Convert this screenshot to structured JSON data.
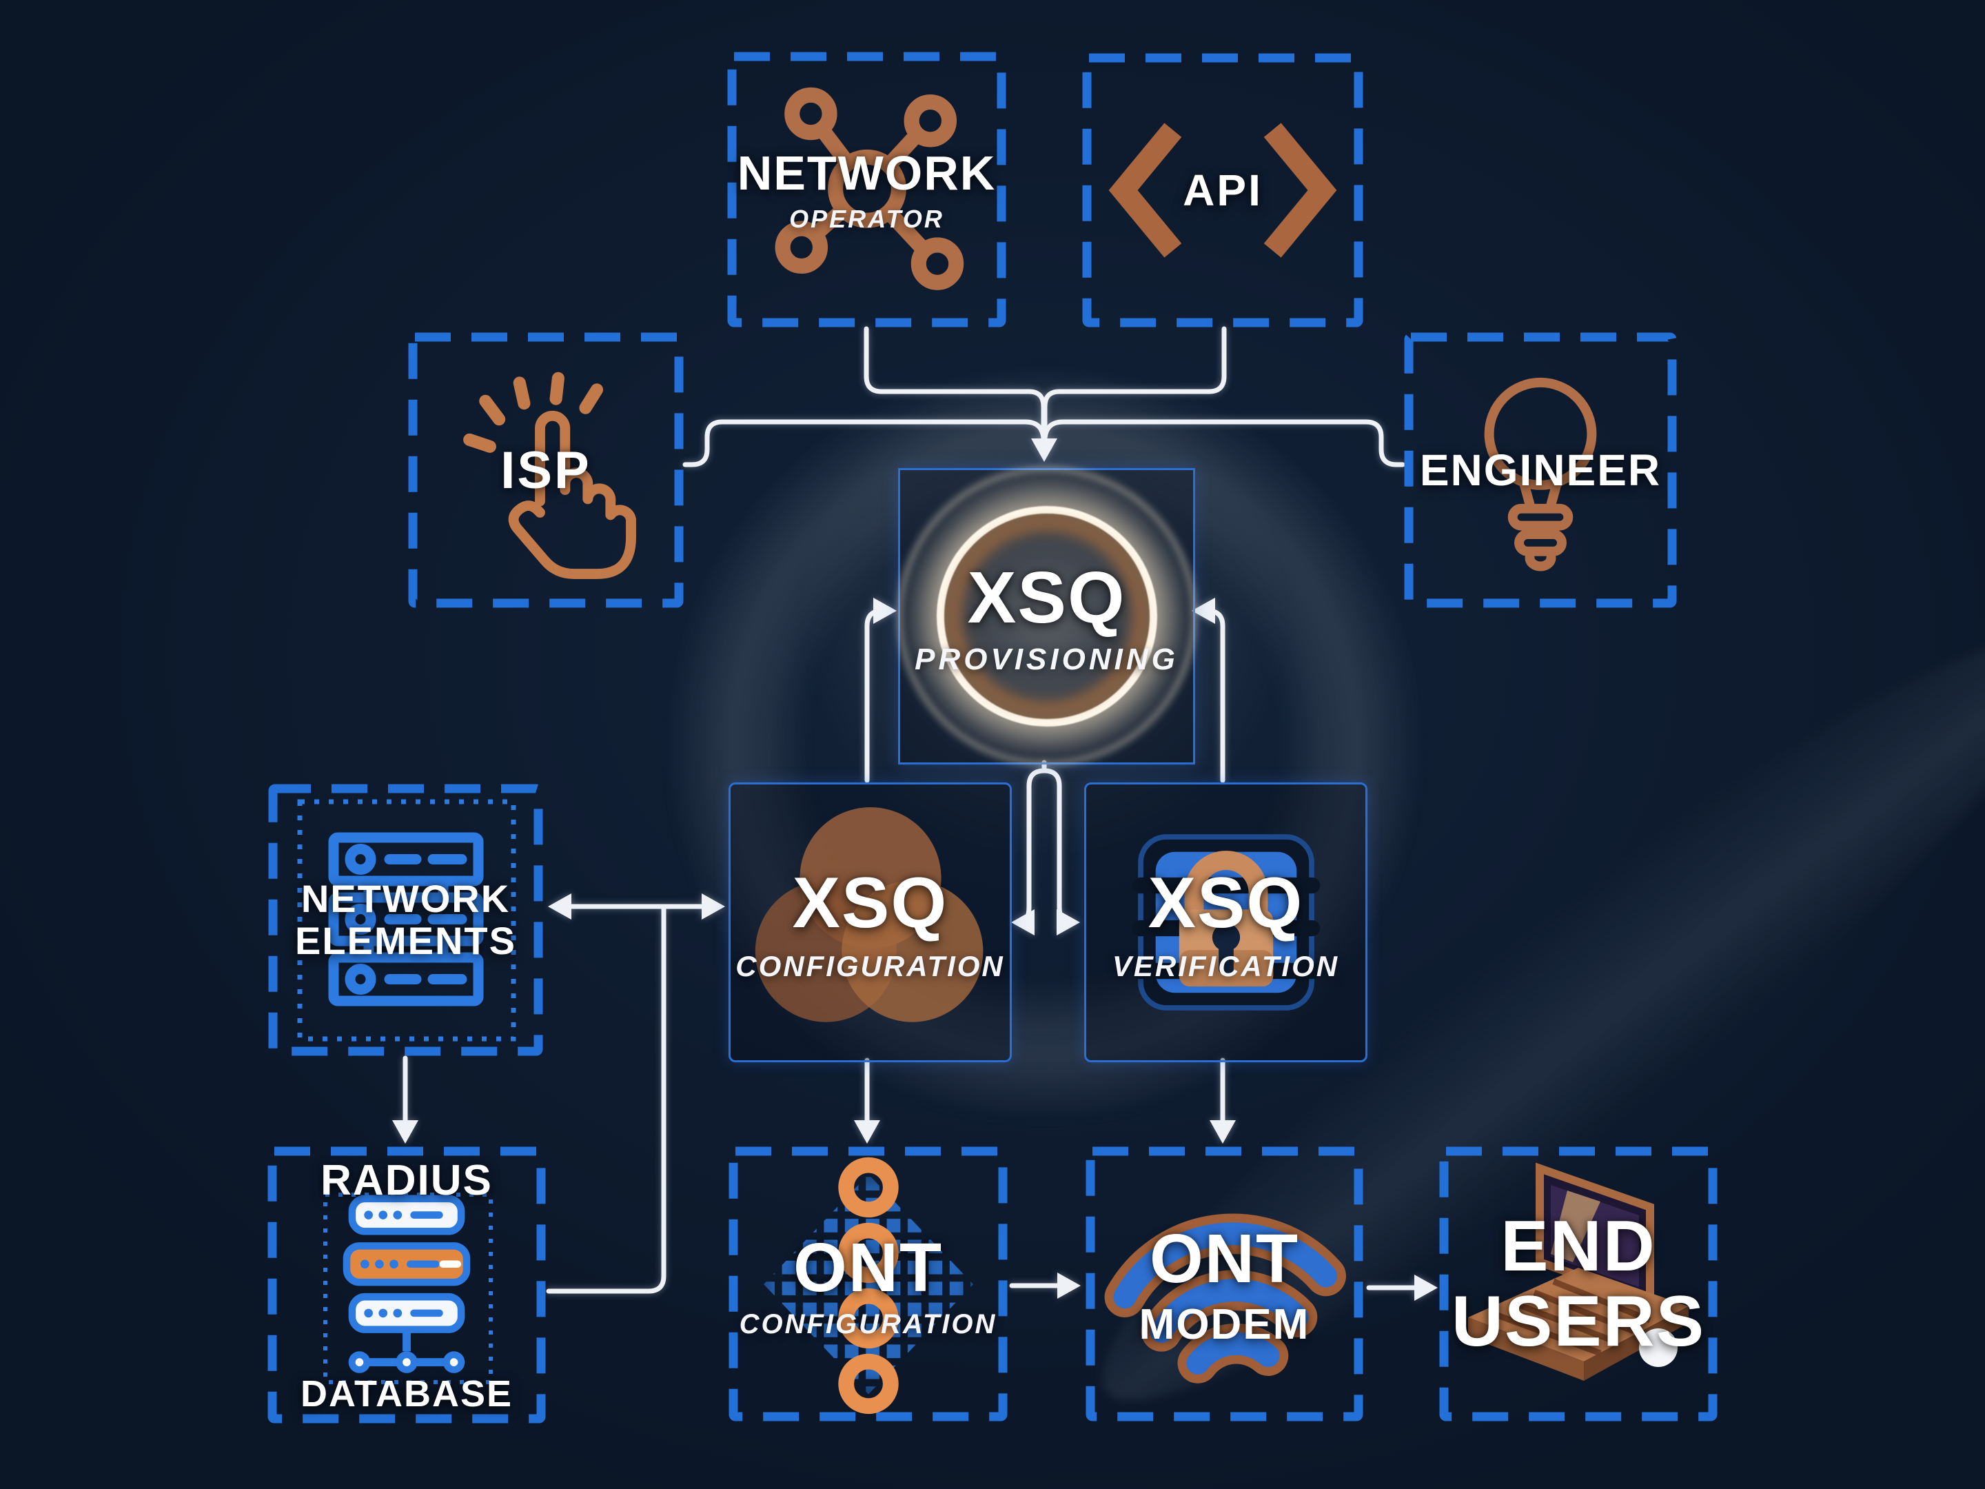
{
  "diagram": {
    "background_color": "#0d1a2c",
    "accent_blue": "#2371d8",
    "copper": "#b06f48",
    "orange": "#e2873f",
    "line_color": "#eef2f7",
    "panel_blue": "#2f72d4",
    "nodes": [
      {
        "id": "network-operator",
        "line1": "NETWORK",
        "line2": "OPERATOR",
        "icon": "network-nodes-icon",
        "border": "dashed"
      },
      {
        "id": "api",
        "line1": "API",
        "icon": "code-brackets-icon",
        "border": "dashed"
      },
      {
        "id": "isp",
        "line1": "ISP",
        "icon": "click-hand-icon",
        "border": "dashed"
      },
      {
        "id": "engineer",
        "line1": "ENGINEER",
        "icon": "lightbulb-icon",
        "border": "dashed"
      },
      {
        "id": "xsq-provisioning",
        "line1": "XSQ",
        "line2": "PROVISIONING",
        "icon": "glow-ring-icon",
        "border": "solid"
      },
      {
        "id": "xsq-configuration",
        "line1": "XSQ",
        "line2": "CONFIGURATION",
        "icon": "venn-circles-icon",
        "border": "solid"
      },
      {
        "id": "xsq-verification",
        "line1": "XSQ",
        "line2": "VERIFICATION",
        "icon": "padlock-icon",
        "border": "solid"
      },
      {
        "id": "network-elements",
        "line1": "NETWORK",
        "line2": "ELEMENTS",
        "icon": "server-rack-icon",
        "border": "dashed-dotted"
      },
      {
        "id": "radius-database",
        "line1": "RADIUS",
        "line2": "DATABASE",
        "icon": "database-stack-icon",
        "border": "dashed-dotted"
      },
      {
        "id": "ont-configuration",
        "line1": "ONT",
        "line2": "CONFIGURATION",
        "icon": "dotted-node-chain-icon",
        "border": "dashed"
      },
      {
        "id": "ont-modem",
        "line1": "ONT",
        "line2": "MODEM",
        "icon": "wifi-signal-icon",
        "border": "dashed"
      },
      {
        "id": "end-users",
        "line1": "END",
        "line2": "USERS",
        "icon": "laptop-icon",
        "border": "dashed"
      }
    ],
    "edges": [
      {
        "from": "network-operator",
        "to": "xsq-provisioning",
        "direction": "one-way"
      },
      {
        "from": "api",
        "to": "xsq-provisioning",
        "direction": "one-way"
      },
      {
        "from": "isp",
        "to": "xsq-provisioning",
        "direction": "one-way"
      },
      {
        "from": "engineer",
        "to": "xsq-provisioning",
        "direction": "one-way"
      },
      {
        "from": "xsq-provisioning",
        "to": "xsq-configuration",
        "direction": "one-way"
      },
      {
        "from": "xsq-provisioning",
        "to": "xsq-verification",
        "direction": "one-way"
      },
      {
        "from": "xsq-configuration",
        "to": "xsq-provisioning",
        "direction": "one-way"
      },
      {
        "from": "xsq-verification",
        "to": "xsq-provisioning",
        "direction": "one-way"
      },
      {
        "from": "xsq-configuration",
        "to": "network-elements",
        "direction": "two-way"
      },
      {
        "from": "radius-database",
        "to": "xsq-configuration",
        "direction": "one-way"
      },
      {
        "from": "network-elements",
        "to": "radius-database",
        "direction": "one-way"
      },
      {
        "from": "xsq-configuration",
        "to": "ont-configuration",
        "direction": "one-way"
      },
      {
        "from": "xsq-verification",
        "to": "ont-modem",
        "direction": "one-way"
      },
      {
        "from": "ont-configuration",
        "to": "ont-modem",
        "direction": "one-way"
      },
      {
        "from": "ont-modem",
        "to": "end-users",
        "direction": "one-way"
      }
    ]
  }
}
